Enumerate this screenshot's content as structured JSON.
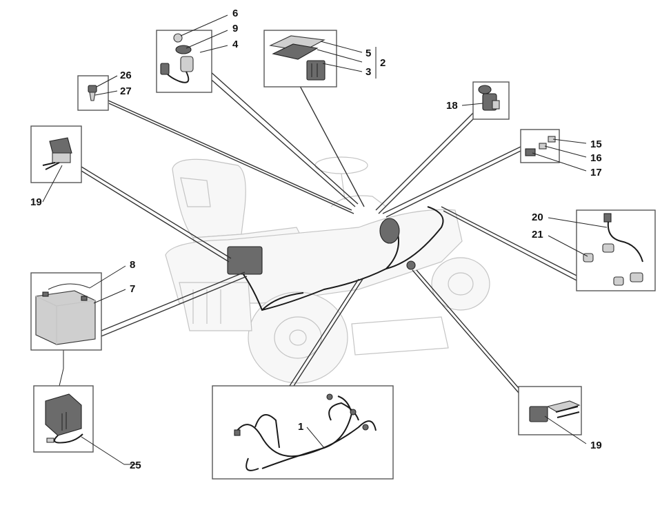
{
  "callouts": {
    "c6": "6",
    "c9": "9",
    "c4": "4",
    "c5": "5",
    "c3": "3",
    "c2": "2",
    "c26": "26",
    "c27": "27",
    "c18": "18",
    "c15": "15",
    "c16": "16",
    "c17": "17",
    "c19a": "19",
    "c8": "8",
    "c7": "7",
    "c20": "20",
    "c21": "21",
    "c1": "1",
    "c25": "25",
    "c19b": "19"
  }
}
